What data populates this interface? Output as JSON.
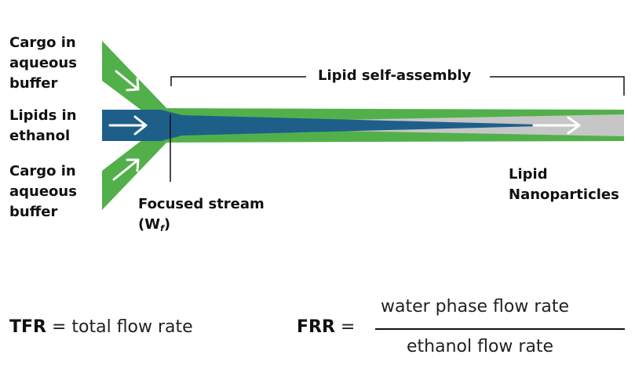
{
  "labels": {
    "cargo_top": [
      "Cargo in",
      "aqueous",
      "buffer"
    ],
    "lipids": [
      "Lipids in",
      "ethanol"
    ],
    "cargo_bottom": [
      "Cargo in",
      "aqueous",
      "buffer"
    ],
    "self_assembly": "Lipid self-assembly",
    "focused_stream": "Focused stream",
    "focused_stream_symbol_open": "(W",
    "focused_stream_symbol_sub": "f",
    "focused_stream_symbol_close": ")",
    "nanoparticles": [
      "Lipid",
      "Nanoparticles"
    ]
  },
  "equations": {
    "tfr_term": "TFR",
    "tfr_rest": " = total flow rate",
    "frr_term": "FRR",
    "frr_eq": " =",
    "frr_numerator": "water phase flow rate",
    "frr_denominator": "ethanol flow rate"
  },
  "colors": {
    "aqueous_green": "#52b04a",
    "ethanol_blue": "#1e5f8a",
    "nanoparticle_gray": "#c6c6c6",
    "arrow_white": "#ffffff",
    "line_black": "#111111"
  }
}
